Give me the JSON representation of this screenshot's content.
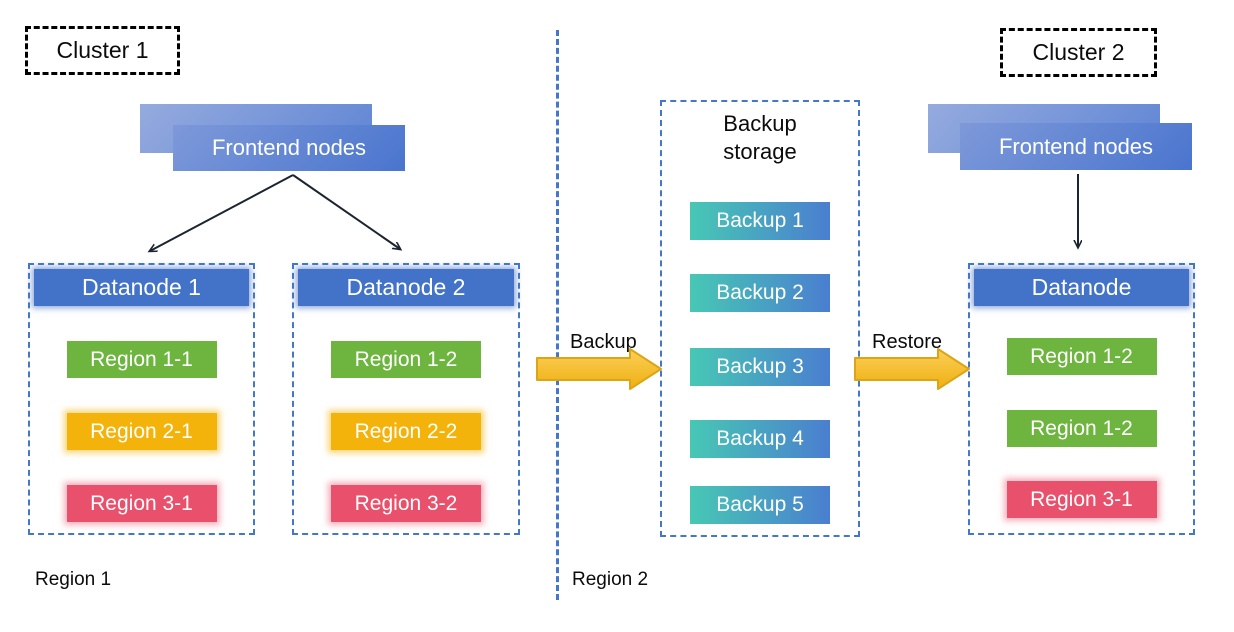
{
  "cluster1": {
    "label": "Cluster 1",
    "frontend_label": "Frontend nodes",
    "datanodes": [
      {
        "title": "Datanode 1",
        "regions": [
          {
            "label": "Region 1-1",
            "color": "green"
          },
          {
            "label": "Region 2-1",
            "color": "yellow"
          },
          {
            "label": "Region 3-1",
            "color": "red"
          }
        ]
      },
      {
        "title": "Datanode 2",
        "regions": [
          {
            "label": "Region 1-2",
            "color": "green"
          },
          {
            "label": "Region 2-2",
            "color": "yellow"
          },
          {
            "label": "Region 3-2",
            "color": "red"
          }
        ]
      }
    ]
  },
  "backup_storage": {
    "title": "Backup storage",
    "items": [
      "Backup 1",
      "Backup 2",
      "Backup 3",
      "Backup 4",
      "Backup 5"
    ]
  },
  "arrows": {
    "backup_label": "Backup",
    "restore_label": "Restore"
  },
  "cluster2": {
    "label": "Cluster 2",
    "frontend_label": "Frontend nodes",
    "datanode": {
      "title": "Datanode",
      "regions": [
        {
          "label": "Region 1-2",
          "color": "green"
        },
        {
          "label": "Region 1-2",
          "color": "green"
        },
        {
          "label": "Region 3-1",
          "color": "red"
        }
      ]
    }
  },
  "footers": {
    "left": "Region 1",
    "right": "Region 2"
  },
  "colors": {
    "dash-blue": "#4377C9",
    "node-blue": "#4273C8",
    "region-green": "#6DB53F",
    "region-yellow": "#F4B30A",
    "region-red": "#E8506B",
    "backup-teal": "#47C8B4",
    "backup-blue": "#4A7ED0",
    "arrow-gold-light": "#FBCF59",
    "arrow-gold-dark": "#EFB011",
    "arrow-gold-stroke": "#DDA415",
    "thin-arrow": "#1b2430"
  }
}
